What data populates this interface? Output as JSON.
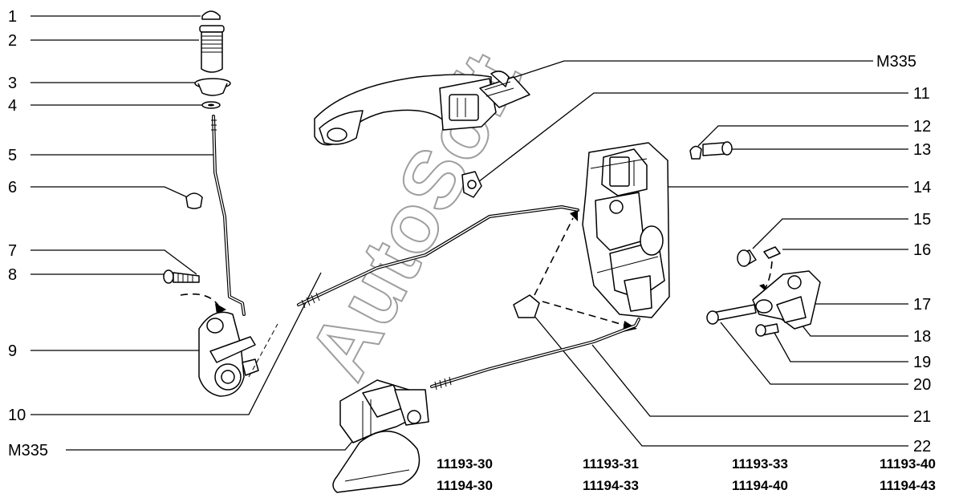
{
  "callouts_left": [
    {
      "id": "1",
      "label": "1"
    },
    {
      "id": "2",
      "label": "2"
    },
    {
      "id": "3",
      "label": "3"
    },
    {
      "id": "4",
      "label": "4"
    },
    {
      "id": "5",
      "label": "5"
    },
    {
      "id": "6",
      "label": "6"
    },
    {
      "id": "7",
      "label": "7"
    },
    {
      "id": "8",
      "label": "8"
    },
    {
      "id": "9",
      "label": "9"
    },
    {
      "id": "10",
      "label": "10"
    },
    {
      "id": "m335-left",
      "label": "M335"
    }
  ],
  "callouts_right": [
    {
      "id": "m335-right",
      "label": "M335"
    },
    {
      "id": "11",
      "label": "11"
    },
    {
      "id": "12",
      "label": "12"
    },
    {
      "id": "13",
      "label": "13"
    },
    {
      "id": "14",
      "label": "14"
    },
    {
      "id": "15",
      "label": "15"
    },
    {
      "id": "16",
      "label": "16"
    },
    {
      "id": "17",
      "label": "17"
    },
    {
      "id": "18",
      "label": "18"
    },
    {
      "id": "19",
      "label": "19"
    },
    {
      "id": "20",
      "label": "20"
    },
    {
      "id": "21",
      "label": "21"
    },
    {
      "id": "22",
      "label": "22"
    }
  ],
  "model_codes": [
    {
      "top": "11193-30",
      "bottom": "11194-30"
    },
    {
      "top": "11193-31",
      "bottom": "11194-33"
    },
    {
      "top": "11193-33",
      "bottom": "11194-40"
    },
    {
      "top": "11193-40",
      "bottom": "11194-43"
    }
  ],
  "watermark": "AutoSoft"
}
